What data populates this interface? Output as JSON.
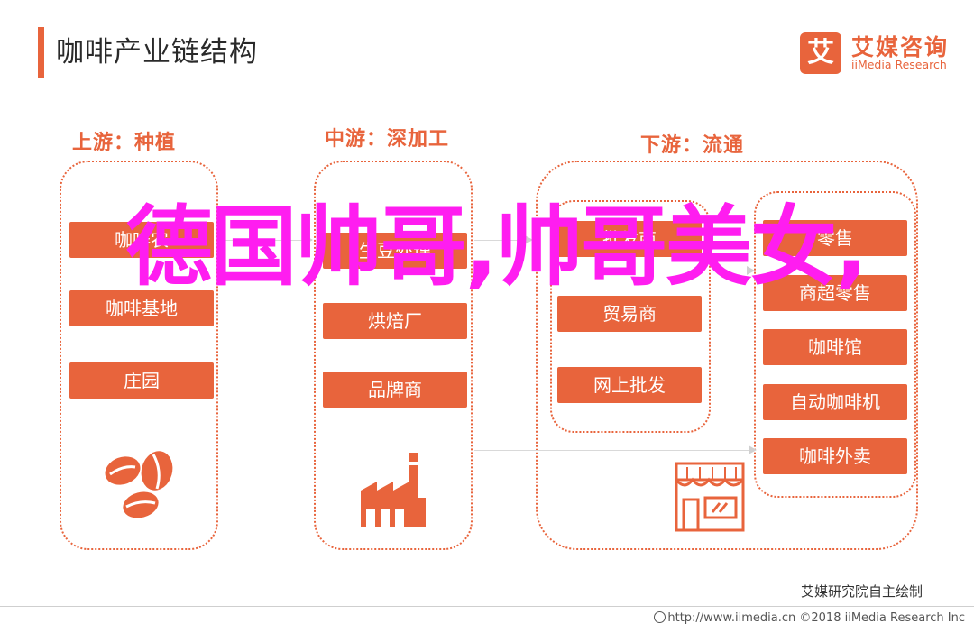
{
  "page": {
    "title": "咖啡产业链结构",
    "brand_cn": "艾媒咨询",
    "brand_en": "iiMedia Research",
    "brand_mark": "艾",
    "credit": "艾媒研究院自主绘制",
    "footer": "http://www.iimedia.cn    ©2018  iiMedia Research  Inc",
    "watermark": "德国帅哥,帅哥美女,"
  },
  "columns": {
    "upstream": {
      "label": "上游：种植",
      "items": [
        "咖啡农",
        "咖啡基地",
        "庄园"
      ]
    },
    "midstream": {
      "label": "中游：深加工",
      "items": [
        "生豆处理",
        "烘焙厂",
        "品牌商"
      ]
    },
    "downstream": {
      "label": "下游：流通",
      "wholesale": [
        "批发商",
        "贸易商",
        "网上批发"
      ],
      "retail": [
        "零售",
        "商超零售",
        "咖啡馆",
        "自动咖啡机",
        "咖啡外卖"
      ]
    }
  },
  "colors": {
    "accent": "#e8643c",
    "watermark": "#ff1df0"
  },
  "icons": [
    "coffee-beans-icon",
    "factory-icon",
    "storefront-icon",
    "globe-icon"
  ]
}
